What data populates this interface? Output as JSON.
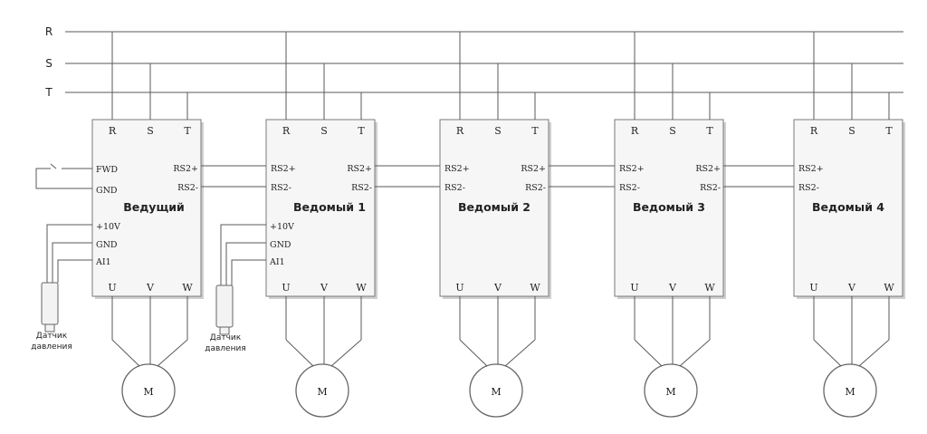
{
  "bus_labels": [
    "R",
    "S",
    "T"
  ],
  "drives": [
    {
      "title": "Ведущий",
      "top_terminals": [
        "R",
        "S",
        "T"
      ],
      "bottom_terminals": [
        "U",
        "V",
        "W"
      ],
      "left_terminals": [
        "FWD",
        "GND",
        "+10V",
        "GND",
        "AI1"
      ],
      "rs_left": [],
      "rs_right": [
        "RS2+",
        "RS2-"
      ],
      "motor": "M",
      "sensor": "Датчик давления"
    },
    {
      "title": "Ведомый 1",
      "top_terminals": [
        "R",
        "S",
        "T"
      ],
      "bottom_terminals": [
        "U",
        "V",
        "W"
      ],
      "left_terminals": [
        "+10V",
        "GND",
        "AI1"
      ],
      "rs_left": [
        "RS2+",
        "RS2-"
      ],
      "rs_right": [
        "RS2+",
        "RS2-"
      ],
      "motor": "M",
      "sensor": "Датчик давления"
    },
    {
      "title": "Ведомый 2",
      "top_terminals": [
        "R",
        "S",
        "T"
      ],
      "bottom_terminals": [
        "U",
        "V",
        "W"
      ],
      "left_terminals": [],
      "rs_left": [
        "RS2+",
        "RS2-"
      ],
      "rs_right": [
        "RS2+",
        "RS2-"
      ],
      "motor": "M",
      "sensor": ""
    },
    {
      "title": "Ведомый 3",
      "top_terminals": [
        "R",
        "S",
        "T"
      ],
      "bottom_terminals": [
        "U",
        "V",
        "W"
      ],
      "left_terminals": [],
      "rs_left": [
        "RS2+",
        "RS2-"
      ],
      "rs_right": [
        "RS2+",
        "RS2-"
      ],
      "motor": "M",
      "sensor": ""
    },
    {
      "title": "Ведомый 4",
      "top_terminals": [
        "R",
        "S",
        "T"
      ],
      "bottom_terminals": [
        "U",
        "V",
        "W"
      ],
      "left_terminals": [],
      "rs_left": [
        "RS2+",
        "RS2-"
      ],
      "rs_right": [],
      "motor": "M",
      "sensor": ""
    }
  ],
  "sensor_lines": [
    "Датчик",
    "давления"
  ]
}
